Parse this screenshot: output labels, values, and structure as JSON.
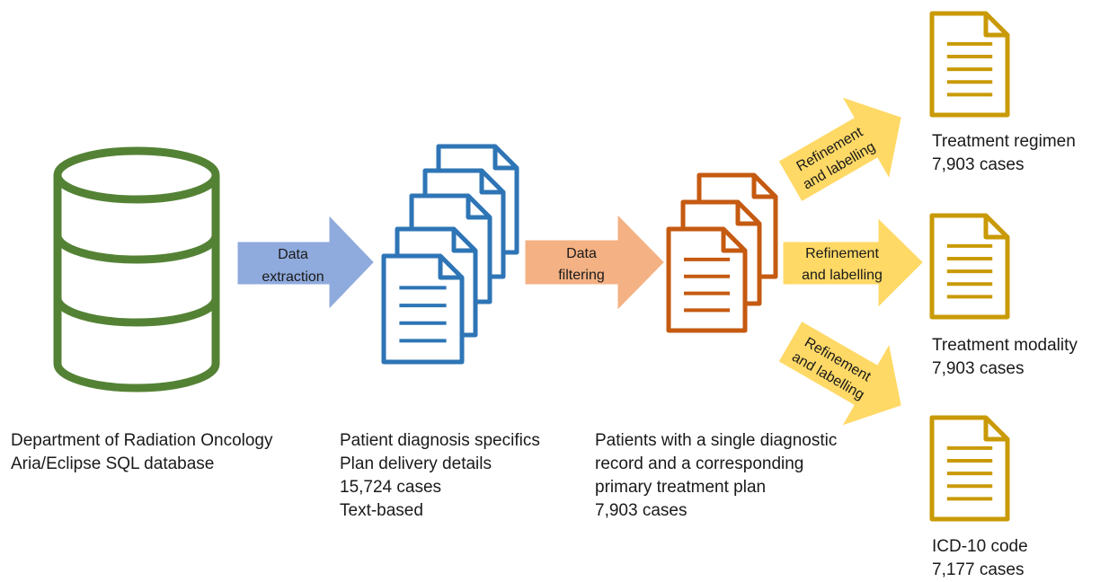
{
  "database": {
    "caption": [
      "Department of Radiation Oncology",
      "Aria/Eclipse SQL database"
    ],
    "color": "#548235"
  },
  "step_extraction": {
    "arrow_label": [
      "Data",
      "extraction"
    ],
    "color": "#8FAADC",
    "doc_color": "#2E75B6",
    "caption": [
      "Patient diagnosis specifics",
      "Plan delivery details",
      "15,724 cases",
      "Text-based"
    ]
  },
  "step_filtering": {
    "arrow_label": [
      "Data",
      "filtering"
    ],
    "color": "#F4B183",
    "doc_color": "#C55A11",
    "caption": [
      "Patients with a single diagnostic",
      "record and a corresponding",
      "primary treatment plan",
      "7,903 cases"
    ]
  },
  "refinement_arrows": [
    {
      "label": [
        "Refinement",
        "and labelling"
      ]
    },
    {
      "label": [
        "Refinement",
        "and labelling"
      ]
    },
    {
      "label": [
        "Refinement",
        "and labelling"
      ]
    }
  ],
  "refinement_color": "#FFD966",
  "outputs": [
    {
      "title": "Treatment regimen",
      "count": "7,903 cases"
    },
    {
      "title": "Treatment modality",
      "count": "7,903 cases"
    },
    {
      "title": "ICD-10 code",
      "count": "7,177 cases"
    }
  ],
  "output_doc_color": "#C99A06"
}
